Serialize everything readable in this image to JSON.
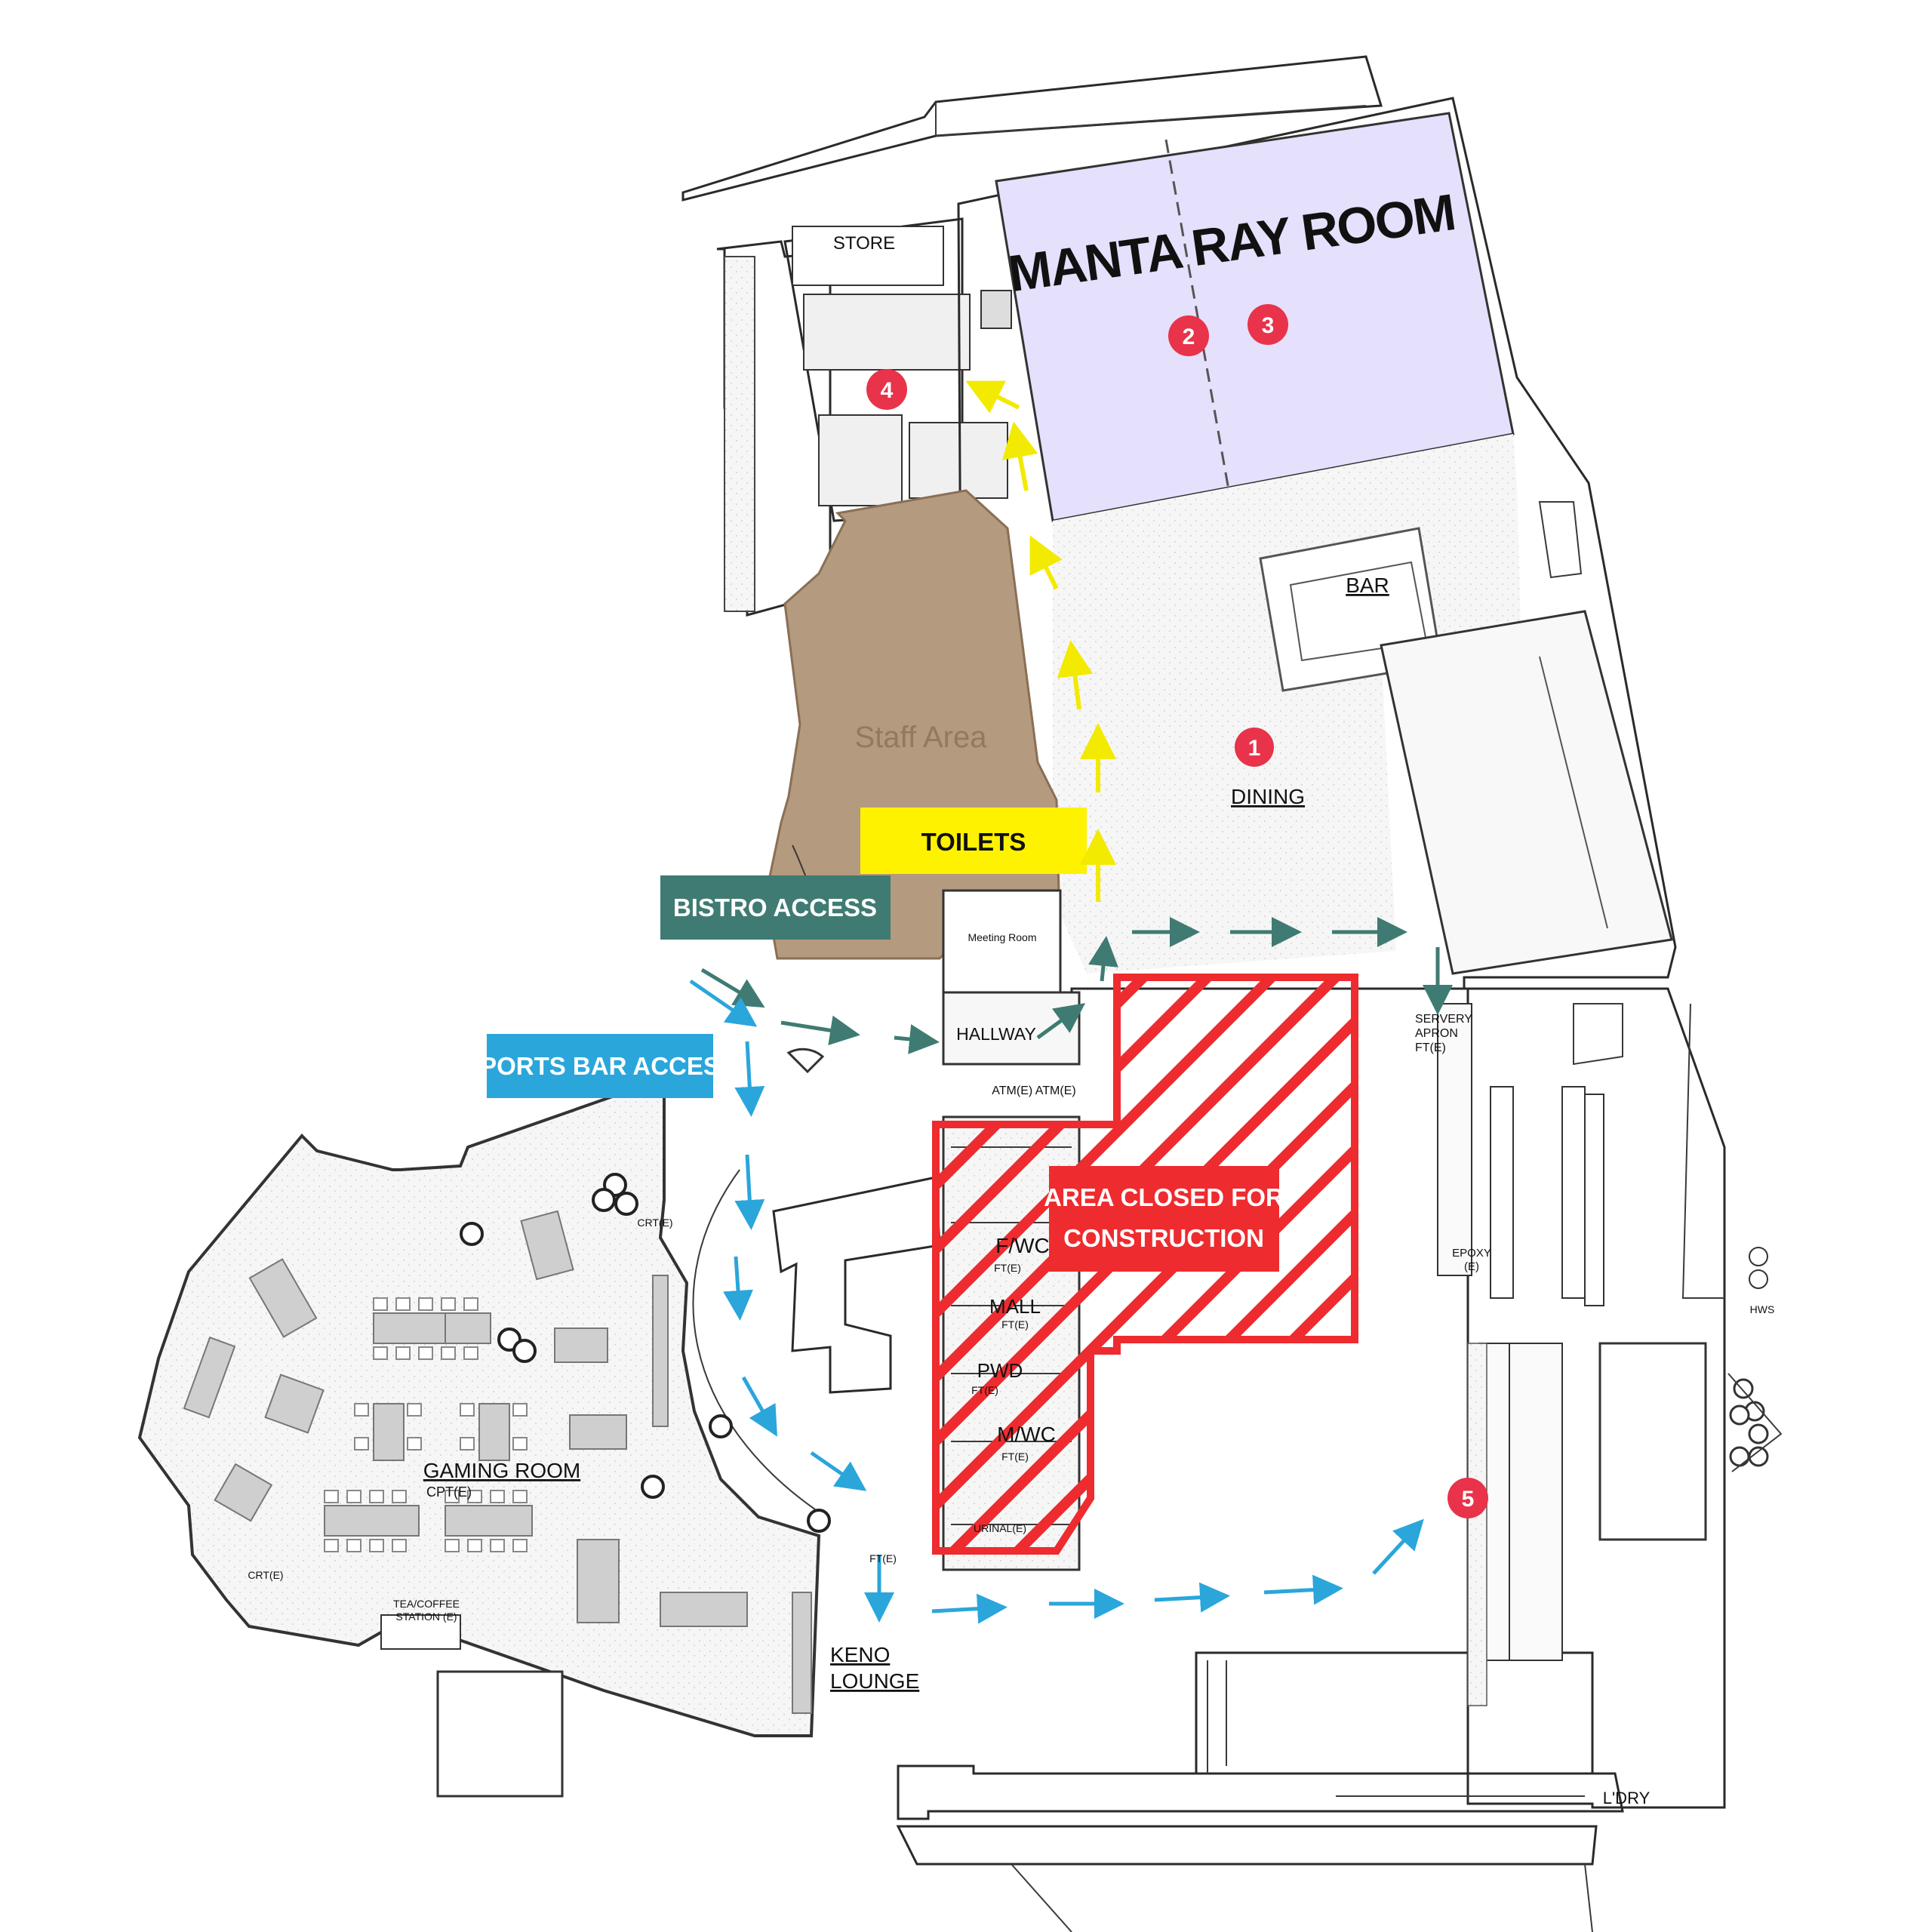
{
  "rooms": {
    "manta_ray_room": "MANTA RAY ROOM",
    "store": "STORE",
    "bar": "BAR",
    "dining": "DINING",
    "staff_area": "Staff Area",
    "meeting_room": "Meeting Room",
    "hallway": "HALLWAY",
    "servery_apron_1": "SERVERY",
    "servery_apron_2": "APRON",
    "servery_apron_3": "FT(E)",
    "atm": "ATM(E) ATM(E)",
    "fwc": "F/WC",
    "fwc_ft": "FT(E)",
    "mall": "MALL",
    "mall_ft": "FT(E)",
    "pwd": "PWD",
    "pwd_ft": "FT(E)",
    "mwc": "M/WC",
    "mwc_ft": "FT(E)",
    "urinal": "URINAL(E)",
    "ft_e": "FT(E)",
    "epoxy_1": "EPOXY",
    "epoxy_2": "(E)",
    "hws": "HWS",
    "ldry": "L'DRY",
    "gaming_room": "GAMING ROOM",
    "cpt": "CPT(E)",
    "crt_1": "CRT(E)",
    "crt_2": "CRT(E)",
    "tea_1": "TEA/COFFEE",
    "tea_2": "STATION (E)",
    "keno_1": "KENO",
    "keno_2": "LOUNGE"
  },
  "tags": {
    "toilets": "TOILETS",
    "bistro_access": "BISTRO ACCESS",
    "sports_bar_access": "SPORTS BAR ACCESS",
    "closed_1": "AREA CLOSED FOR",
    "closed_2": "CONSTRUCTION"
  },
  "markers": [
    "1",
    "2",
    "3",
    "4",
    "5"
  ],
  "colors": {
    "manta_ray_fill": "#e5e0fb",
    "staff_area_fill": "#b49a7e",
    "toilets_tag": "#fff200",
    "bistro_tag": "#3f7b72",
    "sports_bar_tag": "#2aa6db",
    "closed_red": "#ee2b2f",
    "marker_red": "#e8334a",
    "route_yellow": "#f2ea00",
    "route_teal": "#3f7b72",
    "route_blue": "#2aa6db"
  },
  "icons": {
    "route_arrow": "arrow-icon",
    "marker": "numbered-circle-icon"
  }
}
